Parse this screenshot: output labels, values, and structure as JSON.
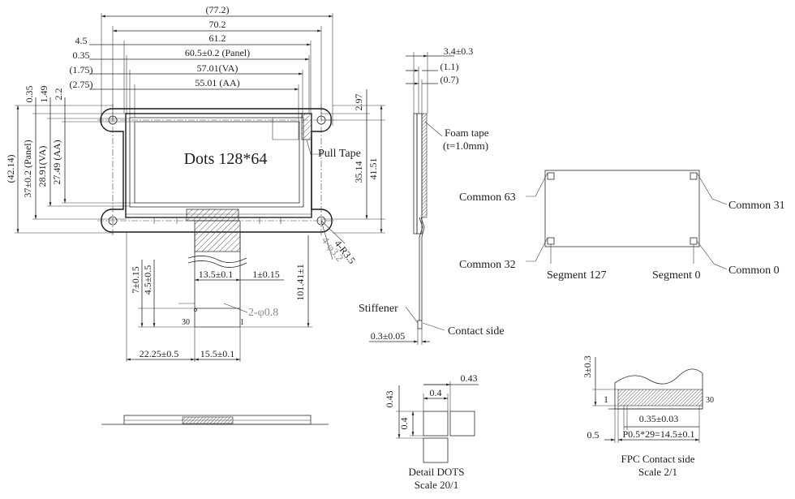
{
  "top_dims": {
    "d77_2": "(77.2)",
    "d70_2": "70.2",
    "d4_5": "4.5",
    "d61_2": "61.2",
    "d0_35": "0.35",
    "d60_5": "60.5±0.2 (Panel)",
    "d1_75": "(1.75)",
    "d57_01": "57.01(VA)",
    "d2_75": "(2.75)",
    "d55_01": "55.01 (AA)"
  },
  "left_dims": {
    "v0_35": "0.35",
    "v1_49": "1.49",
    "v2_2": "2.2",
    "v42_14": "(42.14)",
    "v37": "37±0.2 (Panel)",
    "v28_91": "28.91(VA)",
    "v27_49": "27.49 (AA)"
  },
  "right_dims": {
    "v2_97": "2.97",
    "v35_14": "35.14",
    "v41_51": "41.51"
  },
  "front": {
    "dots_label": "Dots 128*64",
    "pull_tape": "Pull Tape",
    "radius_note": "4-R3.5",
    "hole_note": "4-φ3.2"
  },
  "fpc": {
    "d7": "7±0.15",
    "d4_5": "4.5±0.5",
    "d13_5": "13.5±0.1",
    "d1": "1±0.15",
    "hole_note": "2-φ0.8",
    "d101_41": "101.41±1",
    "pin30": "30",
    "pin1": "1",
    "d22_25": "22.25±0.5",
    "d15_5": "15.5±0.1"
  },
  "side": {
    "d3_4": "3.4±0.3",
    "d1_1": "(1.1)",
    "d0_7": "(0.7)",
    "foam_tape": "Foam tape",
    "foam_thk": "(t=1.0mm)",
    "stiffener": "Stiffener",
    "contact_side": "Contact side",
    "d0_3": "0.3±0.05"
  },
  "scan": {
    "common63": "Common 63",
    "common31": "Common 31",
    "common32": "Common 32",
    "common0": "Common 0",
    "segment127": "Segment 127",
    "segment0": "Segment 0"
  },
  "detail_dots": {
    "d0_43_top": "0.43",
    "d0_43_left": "0.43",
    "d0_4_top": "0.4",
    "d0_4_left": "0.4",
    "title": "Detail DOTS",
    "scale": "Scale 20/1"
  },
  "fpc_contact": {
    "d3": "3±0.3",
    "d1": "1",
    "pin30": "30",
    "d0_35": "0.35±0.03",
    "d0_5": "0.5",
    "pitch": "P0.5*29=14.5±0.1",
    "title": "FPC Contact side",
    "scale": "Scale 2/1"
  }
}
